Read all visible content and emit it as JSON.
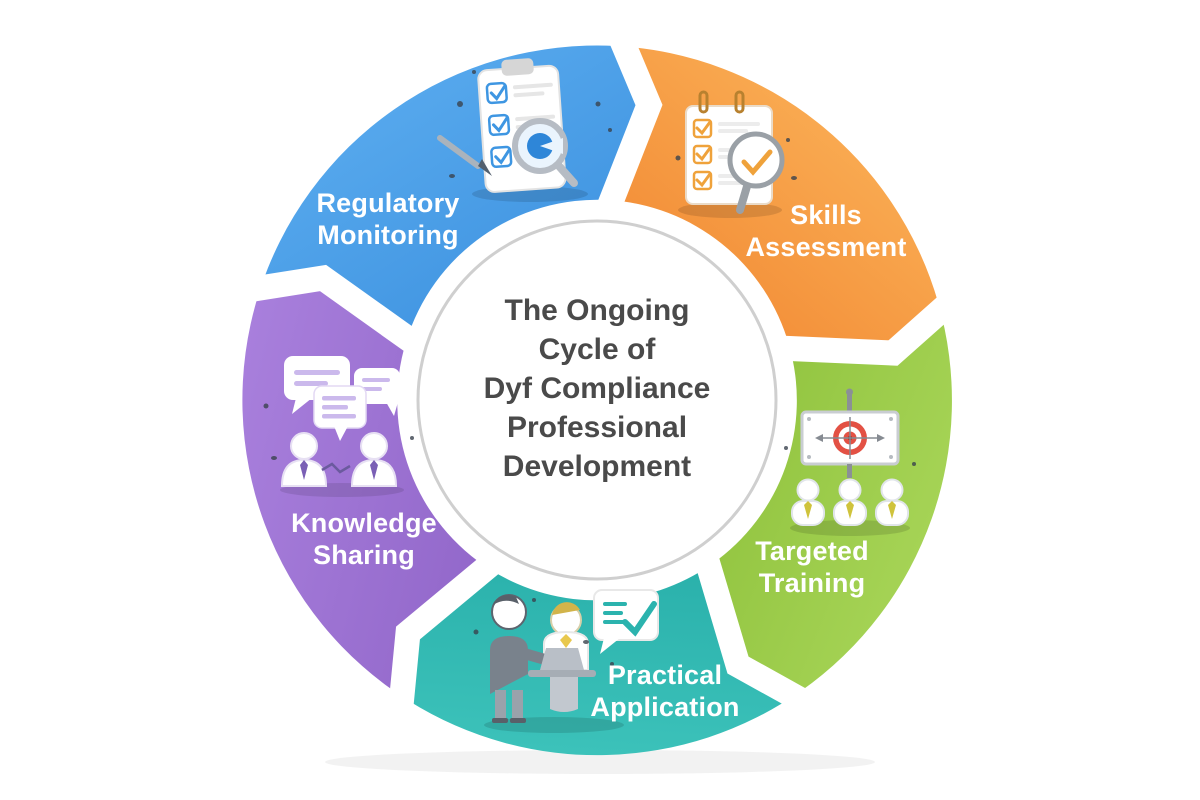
{
  "diagram": {
    "type": "cycle",
    "background": "#ffffff",
    "center_circle": {
      "lines": [
        "The Ongoing",
        "Cycle of",
        "Dyf Compliance",
        "Professional",
        "Development"
      ],
      "text_color": "#4a4a4a",
      "fill": "#ffffff",
      "border_color": "#cfcfcf"
    },
    "label_color": "#ffffff",
    "segments": [
      {
        "id": "regulatory-monitoring",
        "label": "Regulatory Monitoring",
        "color": "#3a8fde",
        "color_light": "#55a7ec",
        "icon": "clipboard-checklist-magnifier-icon"
      },
      {
        "id": "skills-assessment",
        "label": "Skills Assessment",
        "color": "#f0832e",
        "color_light": "#f9a950",
        "icon": "checklist-magnifier-check-icon"
      },
      {
        "id": "targeted-training",
        "label": "Targeted Training",
        "color": "#8abe37",
        "color_light": "#a5d355",
        "icon": "target-presentation-team-icon"
      },
      {
        "id": "practical-application",
        "label": "Practical Application",
        "color": "#20a7a3",
        "color_light": "#3cc2ba",
        "icon": "mentor-practice-desk-icon"
      },
      {
        "id": "knowledge-sharing",
        "label": "Knowledge Sharing",
        "color": "#9166c9",
        "color_light": "#a87fdc",
        "icon": "chat-people-icon"
      }
    ]
  }
}
